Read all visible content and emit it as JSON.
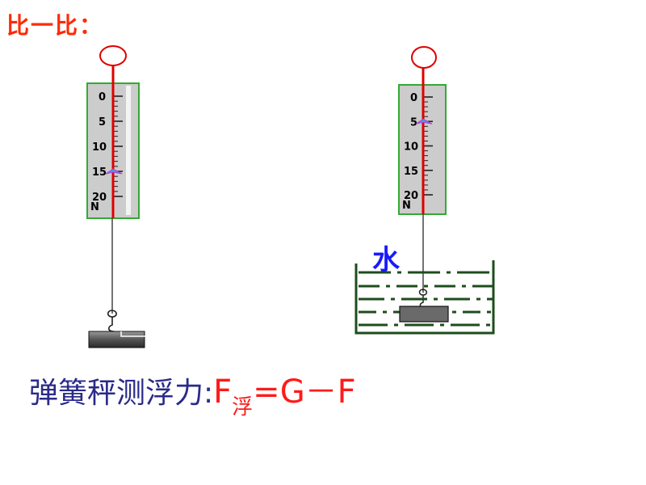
{
  "title": "比一比：",
  "left_scale": {
    "ticks": [
      "0",
      "5",
      "10",
      "15",
      "20"
    ],
    "unit": "N",
    "reading": 15
  },
  "right_scale": {
    "ticks": [
      "0",
      "5",
      "10",
      "15",
      "20"
    ],
    "unit": "N",
    "reading": 5
  },
  "water_label": "水",
  "formula": {
    "prefix": "弹簧秤测浮力:",
    "f_symbol": "F",
    "f_subscript": "浮",
    "rest": "=G－F"
  },
  "colors": {
    "title": "#ff2a00",
    "scale_body": "#cccccc",
    "scale_border": "#33aa33",
    "needle": "#e00000",
    "water_line": "#1d4d1d",
    "formula_prefix": "#2a2a8a",
    "formula_main": "#ff1a1a",
    "water_label": "#1a1aff"
  }
}
